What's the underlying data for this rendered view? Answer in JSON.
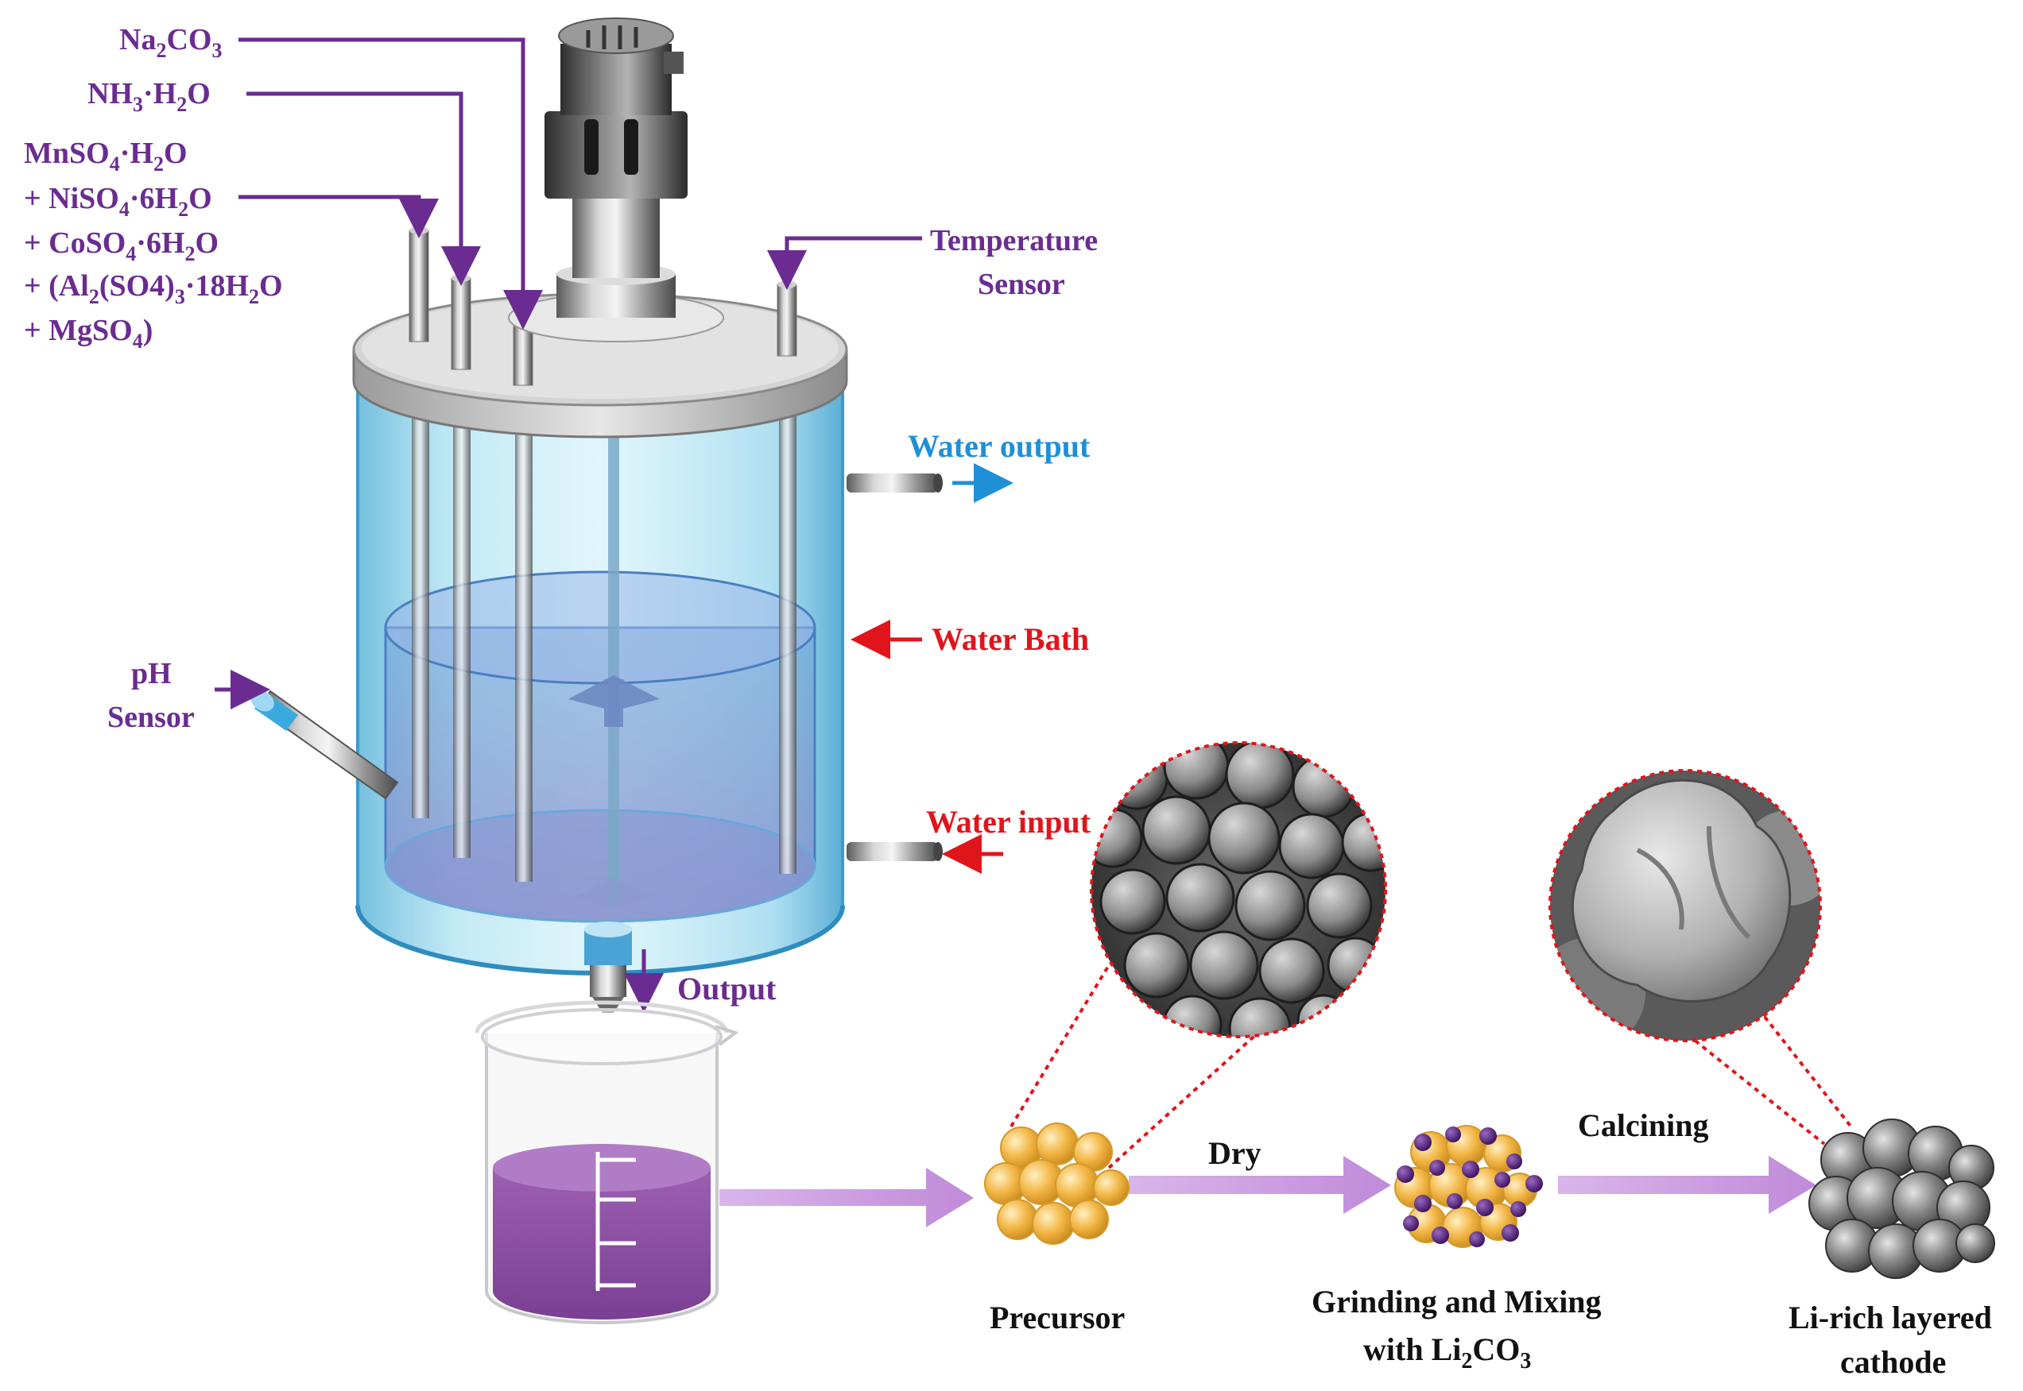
{
  "colors": {
    "label_purple": "#6a2c91",
    "water_blue": "#1f8fd6",
    "bath_red": "#e0151b",
    "flow_arrow": "#c99ae0",
    "solution": "#8a4aa0",
    "particle_gold": "#f2b544",
    "li_particle": "#4a1670",
    "cathode_gray": "#6e6e6e",
    "water_tank": "#7fc9e3"
  },
  "labels": {
    "na2co3": {
      "t1": "Na",
      "s1": "2",
      "t2": "CO",
      "s2": "3"
    },
    "nh3": {
      "t1": "NH",
      "s1": "3",
      "t2": "·H",
      "s2": "2",
      "t3": "O"
    },
    "feed_line1": {
      "t1": "MnSO",
      "s1": "4",
      "t2": "·H",
      "s2": "2",
      "t3": "O"
    },
    "feed_line2": {
      "t1": "+ NiSO",
      "s1": "4",
      "t2": "·6H",
      "s2": "2",
      "t3": "O"
    },
    "feed_line3": {
      "t1": "+ CoSO",
      "s1": "4",
      "t2": "·6H",
      "s2": "2",
      "t3": "O"
    },
    "feed_line4": {
      "t1": "+  (Al",
      "s1": "2",
      "t2": "(SO4)",
      "s2": "3",
      "t3": "·18H",
      "s3": "2",
      "t4": "O"
    },
    "feed_line5": {
      "t1": "+ MgSO",
      "s1": "4",
      "t2": ")"
    },
    "temperature_sensor": {
      "line1": "Temperature",
      "line2": "Sensor"
    },
    "water_output": "Water output",
    "water_bath": "Water Bath",
    "water_input": "Water input",
    "ph_sensor": {
      "line1": "pH",
      "line2": "Sensor"
    },
    "output": "Output",
    "dry": "Dry",
    "calcining": "Calcining",
    "precursor": "Precursor",
    "grinding": {
      "line1": "Grinding and Mixing",
      "line2_t1": "with Li",
      "line2_s1": "2",
      "line2_t2": "CO",
      "line2_s2": "3"
    },
    "cathode": {
      "line1": "Li-rich layered",
      "line2": "cathode"
    }
  }
}
